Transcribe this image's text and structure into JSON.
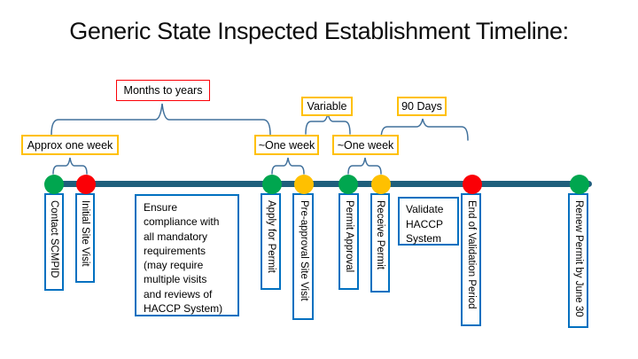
{
  "title": "Generic State Inspected Establishment Timeline:",
  "durations": {
    "months_to_years": "Months to years",
    "approx_one_week": "Approx one week",
    "one_week_a": "~One week",
    "variable": "Variable",
    "one_week_b": "~One week",
    "ninety_days": "90 Days"
  },
  "timeline": {
    "dots": [
      {
        "color": "green"
      },
      {
        "color": "red"
      },
      {
        "color": "green"
      },
      {
        "color": "yellow"
      },
      {
        "color": "green"
      },
      {
        "color": "yellow"
      },
      {
        "color": "red"
      },
      {
        "color": "green"
      }
    ],
    "milestones": [
      "Contact SCMPID",
      "Initial Site Visit",
      "Apply for Permit",
      "Pre-approval Site Visit",
      "Permit Approval",
      "Receive Permit",
      "End of Validation Period",
      "Renew Permit by June 30"
    ]
  },
  "notes": {
    "compliance": "Ensure\ncompliance with\nall mandatory\nrequirements\n(may require\nmultiple visits\nand reviews of\nHACCP System)",
    "validate_haccp": "Validate\nHACCP\nSystem"
  },
  "colors": {
    "milestone_green": "#00A64F",
    "milestone_red": "#FB0006",
    "milestone_amber": "#FFC000",
    "timeline_bar": "#1F5F7C",
    "brace_blue": "#41719C",
    "label_border_blue": "#0070C0",
    "duration_border_amber": "#FFC000",
    "months_border_red": "#FB0006"
  }
}
